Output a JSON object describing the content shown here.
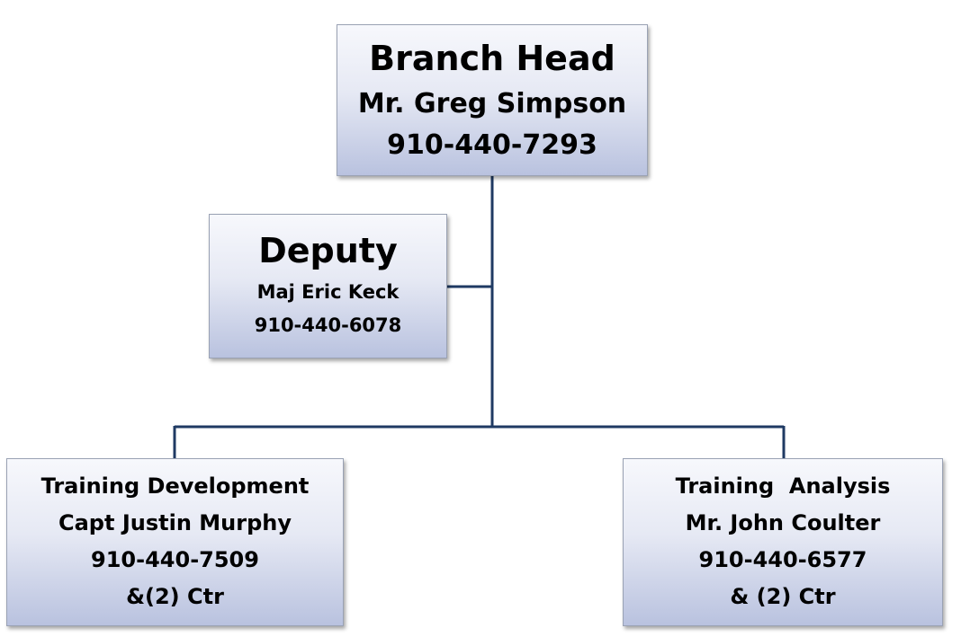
{
  "colors": {
    "connector": "#1f3a63",
    "box_top": "#f7f8fc",
    "box_bottom": "#b9c2df"
  },
  "branch_head": {
    "title": "Branch Head",
    "name": "Mr. Greg Simpson",
    "phone": "910-440-7293"
  },
  "deputy": {
    "title": "Deputy",
    "name": "Maj Eric Keck",
    "phone": "910-440-6078"
  },
  "training_development": {
    "title": "Training Development",
    "name": "Capt Justin Murphy",
    "phone": "910-440-7509",
    "staff": "&(2) Ctr"
  },
  "training_analysis": {
    "title": "Training  Analysis",
    "name": "Mr. John Coulter",
    "phone": "910-440-6577",
    "staff": "& (2) Ctr"
  }
}
